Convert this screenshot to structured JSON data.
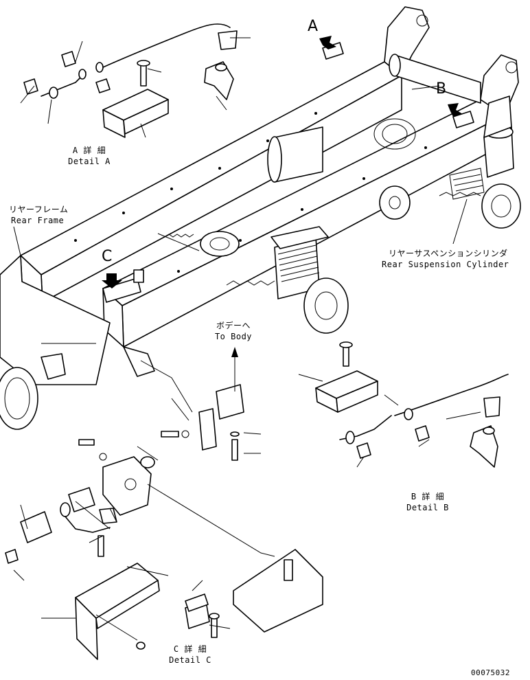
{
  "callouts": {
    "detail_a_letter": "A",
    "detail_b_letter": "B",
    "detail_c_letter": "C"
  },
  "labels": {
    "detail_a_jp": "A 詳 細",
    "detail_a_en": "Detail A",
    "rear_frame_jp": "リヤーフレーム",
    "rear_frame_en": "Rear Frame",
    "rear_suspension_jp": "リヤーサスペンションシリンダ",
    "rear_suspension_en": "Rear Suspension Cylinder",
    "to_body_jp": "ボデーへ",
    "to_body_en": "To Body",
    "detail_b_jp": "B 詳 細",
    "detail_b_en": "Detail B",
    "detail_c_jp": "C 詳 細",
    "detail_c_en": "Detail C",
    "drawing_number": "00075032"
  }
}
